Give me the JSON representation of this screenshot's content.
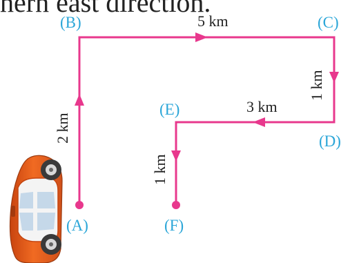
{
  "header": {
    "text": "hern east direction."
  },
  "colors": {
    "path": "#e8388d",
    "point_label": "#2ba6d8",
    "distance_label": "#222222",
    "header_text": "#222222",
    "car_body": "#e85a1a",
    "car_tire": "#3a3a3a"
  },
  "points": {
    "A": {
      "label": "(A)"
    },
    "B": {
      "label": "(B)"
    },
    "C": {
      "label": "(C)"
    },
    "D": {
      "label": "(D)"
    },
    "E": {
      "label": "(E)"
    },
    "F": {
      "label": "(F)"
    }
  },
  "segments": {
    "AB": {
      "distance": "2 km"
    },
    "BC": {
      "distance": "5 km"
    },
    "CD": {
      "distance": "1 km"
    },
    "DE": {
      "distance": "3 km"
    },
    "EF": {
      "distance": "1 km"
    }
  },
  "icons": {
    "car": "car-icon"
  }
}
